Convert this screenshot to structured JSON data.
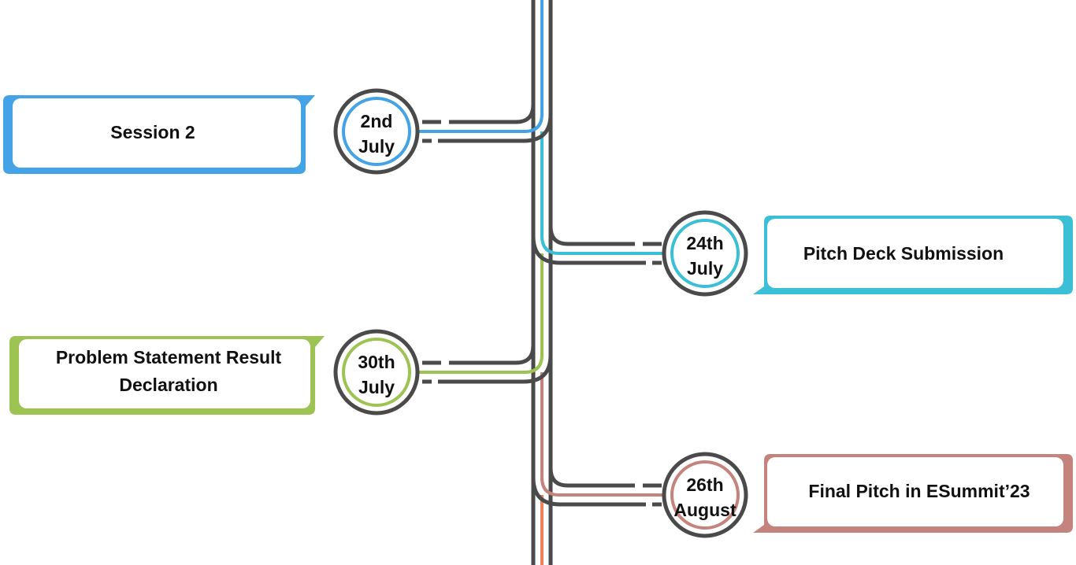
{
  "colors": {
    "track": "#4a4a4a",
    "background": "#ffffff",
    "text": "#111111"
  },
  "events": [
    {
      "date_line1": "2nd",
      "date_line2": "July",
      "title_lines": [
        "Session 2"
      ],
      "color": "#43a3e6",
      "side": "left"
    },
    {
      "date_line1": "24th",
      "date_line2": "July",
      "title_lines": [
        "Pitch Deck Submission"
      ],
      "color": "#3bbfd6",
      "side": "right"
    },
    {
      "date_line1": "30th",
      "date_line2": "July",
      "title_lines": [
        "Problem Statement Result",
        "Declaration"
      ],
      "color": "#9dc352",
      "side": "left"
    },
    {
      "date_line1": "26th",
      "date_line2": "August",
      "title_lines": [
        "Final Pitch in ESummit’23"
      ],
      "color": "#c4837d",
      "side": "right"
    }
  ],
  "track_tail_color": "#f0805a"
}
